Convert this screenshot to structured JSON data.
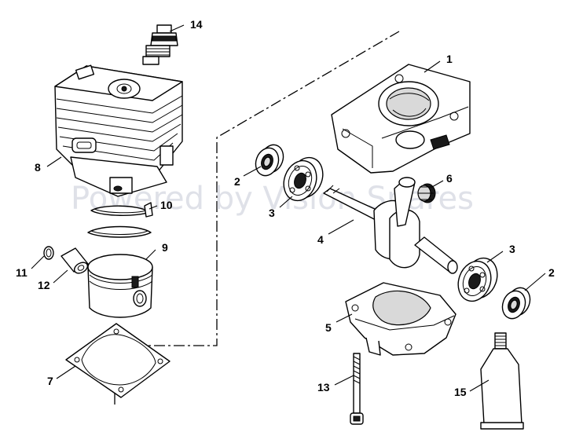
{
  "watermark": "Powered by Vision Spares",
  "labels": {
    "l1": "1",
    "l2a": "2",
    "l2b": "2",
    "l3a": "3",
    "l3b": "3",
    "l4": "4",
    "l5": "5",
    "l6": "6",
    "l7": "7",
    "l8": "8",
    "l9": "9",
    "l10": "10",
    "l11": "11",
    "l12": "12",
    "l13": "13",
    "l14": "14",
    "l15": "15"
  }
}
